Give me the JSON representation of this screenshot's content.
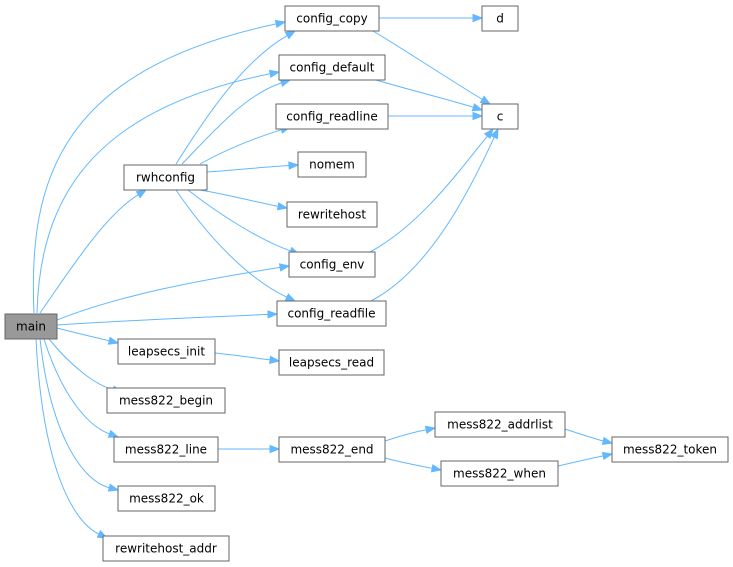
{
  "nodes": {
    "main": "main",
    "rwhconfig": "rwhconfig",
    "config_copy": "config_copy",
    "config_default": "config_default",
    "config_readline": "config_readline",
    "nomem": "nomem",
    "rewritehost": "rewritehost",
    "config_env": "config_env",
    "config_readfile": "config_readfile",
    "d": "d",
    "c": "c",
    "leapsecs_init": "leapsecs_init",
    "leapsecs_read": "leapsecs_read",
    "mess822_begin": "mess822_begin",
    "mess822_line": "mess822_line",
    "mess822_end": "mess822_end",
    "mess822_addrlist": "mess822_addrlist",
    "mess822_when": "mess822_when",
    "mess822_token": "mess822_token",
    "mess822_ok": "mess822_ok",
    "rewritehost_addr": "rewritehost_addr"
  },
  "colors": {
    "edge": "#63b8ff",
    "node_border": "#666666",
    "root_fill": "#999999",
    "node_fill": "#ffffff"
  },
  "edges": [
    [
      "main",
      "config_copy"
    ],
    [
      "main",
      "config_default"
    ],
    [
      "main",
      "rwhconfig"
    ],
    [
      "main",
      "config_env"
    ],
    [
      "main",
      "config_readfile"
    ],
    [
      "main",
      "leapsecs_init"
    ],
    [
      "main",
      "mess822_begin"
    ],
    [
      "main",
      "mess822_line"
    ],
    [
      "main",
      "mess822_ok"
    ],
    [
      "main",
      "rewritehost_addr"
    ],
    [
      "rwhconfig",
      "config_copy"
    ],
    [
      "rwhconfig",
      "config_default"
    ],
    [
      "rwhconfig",
      "config_readline"
    ],
    [
      "rwhconfig",
      "nomem"
    ],
    [
      "rwhconfig",
      "rewritehost"
    ],
    [
      "rwhconfig",
      "config_env"
    ],
    [
      "rwhconfig",
      "config_readfile"
    ],
    [
      "config_copy",
      "d"
    ],
    [
      "config_copy",
      "c"
    ],
    [
      "config_default",
      "c"
    ],
    [
      "config_readline",
      "c"
    ],
    [
      "config_env",
      "c"
    ],
    [
      "config_readfile",
      "c"
    ],
    [
      "leapsecs_init",
      "leapsecs_read"
    ],
    [
      "mess822_line",
      "mess822_end"
    ],
    [
      "mess822_end",
      "mess822_addrlist"
    ],
    [
      "mess822_end",
      "mess822_when"
    ],
    [
      "mess822_addrlist",
      "mess822_token"
    ],
    [
      "mess822_when",
      "mess822_token"
    ]
  ]
}
